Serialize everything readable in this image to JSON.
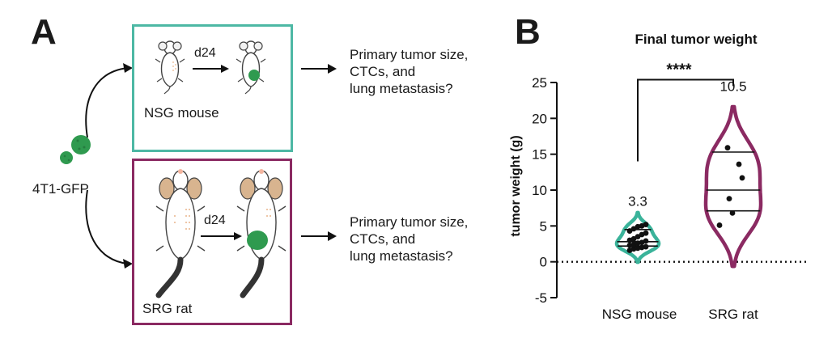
{
  "panel_a": {
    "label": "A",
    "cell_line": "4T1-GFP",
    "mouse_box": {
      "caption": "NSG mouse",
      "timepoint": "d24",
      "question": [
        "Primary tumor size,",
        "CTCs, and",
        "lung metastasis?"
      ],
      "border_color": "#4db8a4"
    },
    "rat_box": {
      "caption": "SRG rat",
      "timepoint": "d24",
      "question": [
        "Primary tumor size,",
        "CTCs, and",
        "lung metastasis?"
      ],
      "border_color": "#8b2a62"
    },
    "tumor_color": "#2f9a4f"
  },
  "panel_b": {
    "label": "B",
    "chart_data": {
      "type": "violin",
      "title": "Final tumor weight",
      "ylabel": "tumor weight (g)",
      "xlabel": "",
      "ylim": [
        -5,
        25
      ],
      "yticks": [
        -5,
        0,
        5,
        10,
        15,
        20,
        25
      ],
      "yticklabels": [
        "-5",
        "0",
        "5",
        "10",
        "15",
        "20",
        "25"
      ],
      "categories": [
        "NSG mouse",
        "SRG rat"
      ],
      "series": [
        {
          "category": "NSG mouse",
          "mean_label": "3.3",
          "color": "#3ab39a",
          "quartiles": [
            2.2,
            2.8,
            4.5
          ],
          "points": [
            1.6,
            1.8,
            1.9,
            2.0,
            2.1,
            2.3,
            2.4,
            2.6,
            2.7,
            2.9,
            3.0,
            3.2,
            3.5,
            3.8,
            4.0,
            4.3,
            4.6,
            4.9,
            5.0,
            5.2
          ]
        },
        {
          "category": "SRG rat",
          "mean_label": "10.5",
          "color": "#8b2a62",
          "quartiles": [
            7.1,
            10.0,
            15.3
          ],
          "points": [
            5.1,
            6.8,
            8.8,
            11.7,
            13.6,
            15.9
          ]
        }
      ],
      "significance": "****",
      "zero_line": "dotted"
    }
  }
}
